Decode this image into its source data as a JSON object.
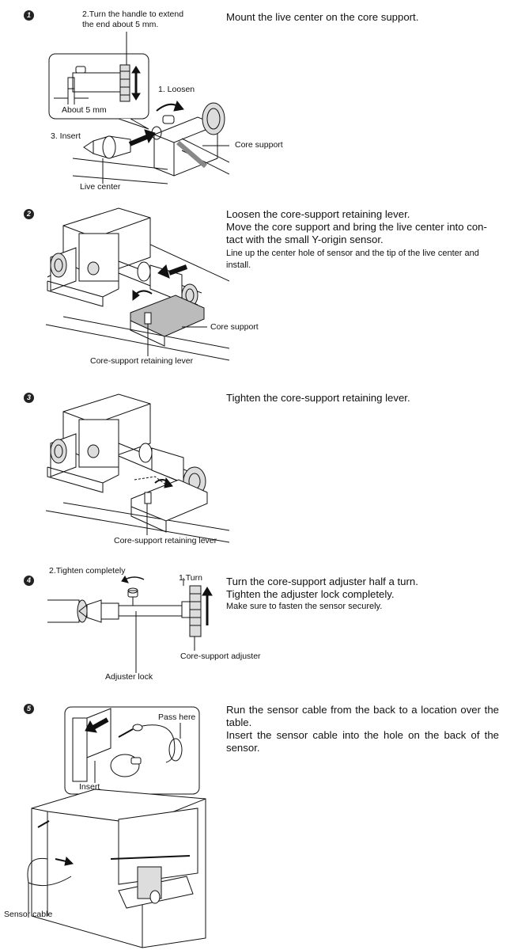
{
  "steps": [
    {
      "number": "1",
      "text": [
        "Mount the live center on the core support."
      ],
      "note": "",
      "labels": {
        "turn_handle": [
          "2.Turn the handle to extend",
          "the end about 5 mm."
        ],
        "about": "About 5 mm",
        "loosen": "1. Loosen",
        "insert": "3. Insert",
        "core_support": "Core support",
        "live_center": "Live center"
      }
    },
    {
      "number": "2",
      "text": [
        "Loosen the core-support retaining lever.",
        "Move the core support and bring the live center into con-",
        "tact with the small Y-origin sensor."
      ],
      "note": "Line up the center hole of sensor and the tip of the live center and install.",
      "labels": {
        "core_support": "Core support",
        "lever": "Core-support retaining lever"
      }
    },
    {
      "number": "3",
      "text": [
        "Tighten the core-support retaining lever."
      ],
      "note": "",
      "labels": {
        "lever": "Core-support retaining lever"
      }
    },
    {
      "number": "4",
      "text": [
        "Turn the core-support adjuster half a turn.",
        "Tighten the adjuster lock completely."
      ],
      "note": "Make sure to fasten the sensor securely.",
      "labels": {
        "tighten": "2.Tighten completely",
        "turn": "1.Turn",
        "adjuster": "Core-support adjuster",
        "adjuster_lock": "Adjuster lock"
      }
    },
    {
      "number": "5",
      "text": [
        "Run the sensor cable from the back to a location over the table.",
        "Insert the sensor cable into the hole on the back of the sensor."
      ],
      "note": "",
      "labels": {
        "pass_here": "Pass here",
        "insert": "Insert",
        "sensor_cable": "Sensor cable"
      }
    }
  ]
}
